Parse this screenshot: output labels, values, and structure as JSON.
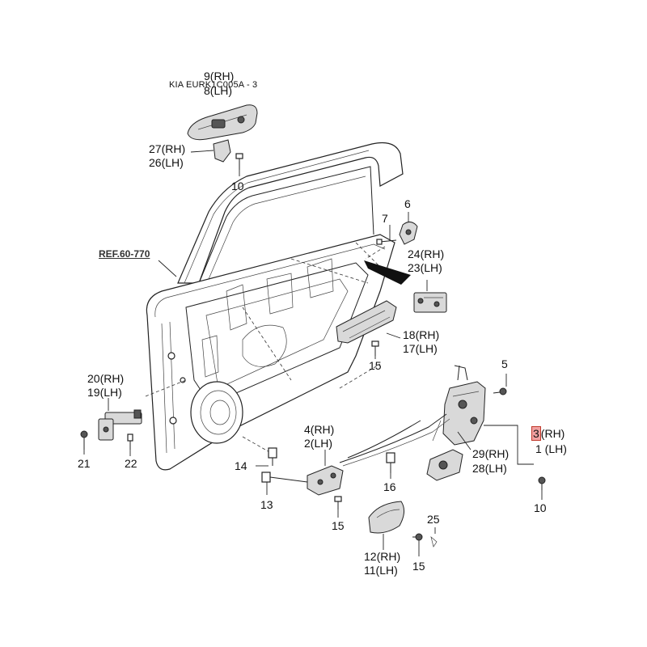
{
  "diagram_id": "KIA EURK1C005A - 3",
  "reference": "REF.60-770",
  "callouts": {
    "c9": "9(RH)",
    "c8": "8(LH)",
    "c27": "27(RH)",
    "c26": "26(LH)",
    "c10a": "10",
    "c6": "6",
    "c7": "7",
    "c24": "24(RH)",
    "c23": "23(LH)",
    "c18": "18(RH)",
    "c17": "17(LH)",
    "c15a": "15",
    "c20": "20(RH)",
    "c19": "19(LH)",
    "c21": "21",
    "c22": "22",
    "c5": "5",
    "c3": "3",
    "c3rh": "(RH)",
    "c1": "1 (LH)",
    "c29": "29(RH)",
    "c28": "28(LH)",
    "c10b": "10",
    "c4": "4(RH)",
    "c2": "2(LH)",
    "c14": "14",
    "c13": "13",
    "c15b": "15",
    "c16": "16",
    "c25": "25",
    "c12": "12(RH)",
    "c11": "11(LH)",
    "c15c": "15"
  },
  "highlight_color": "#f2a1a1"
}
